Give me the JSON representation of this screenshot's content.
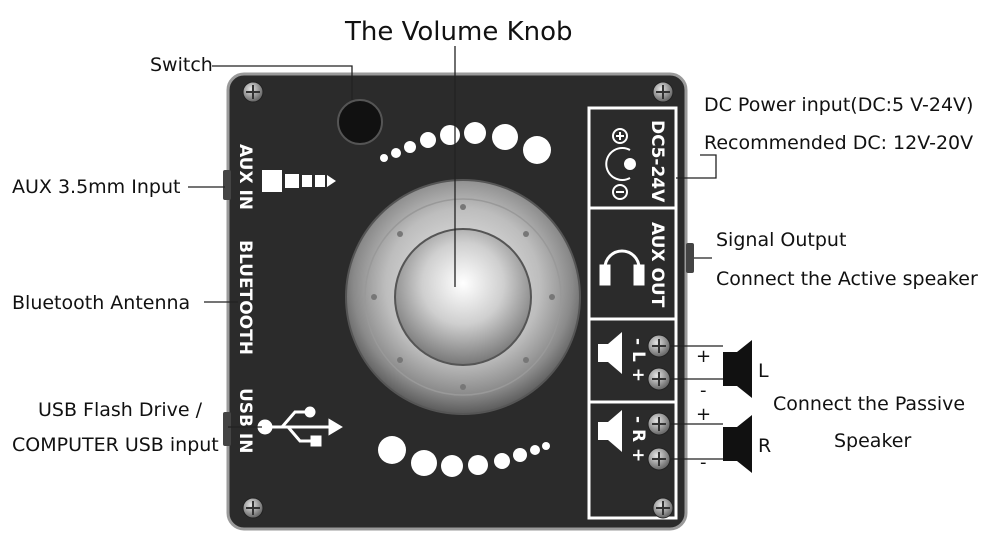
{
  "title": "The Volume Knob",
  "labels": {
    "switch": "Switch",
    "aux_input": "AUX 3.5mm Input",
    "bluetooth_antenna": "Bluetooth Antenna",
    "usb_line1": "USB Flash Drive /",
    "usb_line2": "COMPUTER USB input",
    "dc_power": "DC Power input(DC:5 V-24V)",
    "dc_recommended": "Recommended DC: 12V-20V",
    "signal_output": "Signal Output",
    "connect_active": "Connect the Active speaker",
    "passive_line1": "Connect the Passive",
    "passive_line2": "Speaker"
  },
  "board": {
    "aux_in": "AUX IN",
    "bluetooth": "BLUETOOTH",
    "usb_in": "USB IN",
    "dc": "DC5-24V",
    "aux_out": "AUX OUT",
    "left_channel": "- L +",
    "right_channel": "- R +"
  },
  "speaker": {
    "left": "L",
    "right": "R",
    "plus": "+",
    "minus": "-"
  },
  "colors": {
    "board": "#2b2b2b",
    "board_edge": "#9a9a9a",
    "knob": "#c8c8c8",
    "led": "#ffffff"
  },
  "icons": [
    "power-switch-icon",
    "aux-jack-icon",
    "usb-icon",
    "dc-polarity-icon",
    "headphone-icon",
    "speaker-icon",
    "screw-icon"
  ]
}
